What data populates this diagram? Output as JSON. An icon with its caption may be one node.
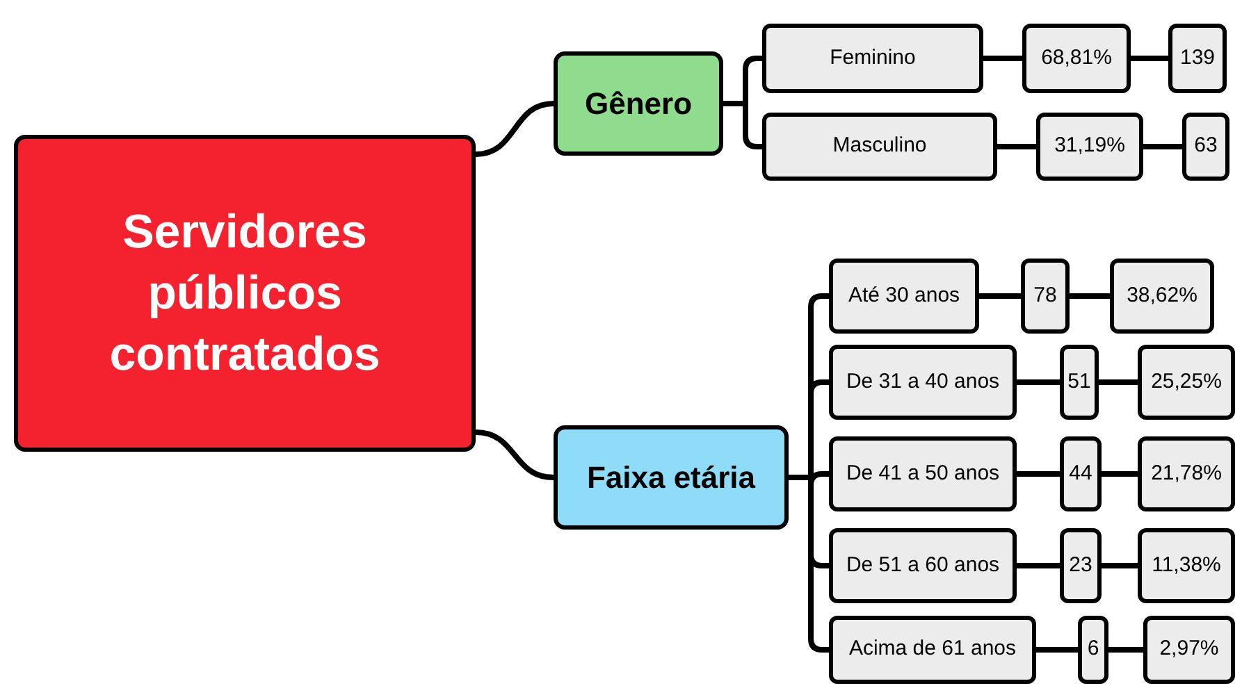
{
  "diagram": {
    "nodes": [
      {
        "text": [
          "Servidores públicos contratados"
        ]
      },
      {
        "text": [
          "Gênero"
        ]
      },
      {
        "text": [
          "Feminino"
        ]
      },
      {
        "text": [
          "68,81%"
        ]
      },
      {
        "text": [
          "139"
        ]
      },
      {
        "text": [
          "Masculino"
        ]
      },
      {
        "text": [
          "31,19%"
        ]
      },
      {
        "text": [
          "63"
        ]
      },
      {
        "text": [
          "Faixa etária"
        ]
      },
      {
        "text": [
          "Até 30 anos"
        ]
      },
      {
        "text": [
          "78"
        ]
      },
      {
        "text": [
          "38,62%"
        ]
      },
      {
        "text": [
          "De 31 a 40 anos"
        ]
      },
      {
        "text": [
          "51"
        ]
      },
      {
        "text": [
          "25,25%"
        ]
      },
      {
        "text": [
          "De 41 a 50 anos"
        ]
      },
      {
        "text": [
          "44"
        ]
      },
      {
        "text": [
          "21,78%"
        ]
      },
      {
        "text": [
          "De 51 a 60 anos"
        ]
      },
      {
        "text": [
          "23"
        ]
      },
      {
        "text": [
          "11,38%"
        ]
      },
      {
        "text": [
          "Acima de 61 anos"
        ]
      },
      {
        "text": [
          "6"
        ]
      },
      {
        "text": [
          "2,97%"
        ]
      }
    ],
    "edges": [
      {
        "from": 0,
        "to": 1,
        "arrow": "none"
      },
      {
        "from": 0,
        "to": 8,
        "arrow": "none"
      },
      {
        "from": 1,
        "to": 2,
        "arrow": "none"
      },
      {
        "from": 1,
        "to": 5,
        "arrow": "none"
      },
      {
        "from": 2,
        "to": 3,
        "arrow": "none"
      },
      {
        "from": 3,
        "to": 4,
        "arrow": "none"
      },
      {
        "from": 5,
        "to": 6,
        "arrow": "none"
      },
      {
        "from": 6,
        "to": 7,
        "arrow": "none"
      },
      {
        "from": 8,
        "to": 9,
        "arrow": "none"
      },
      {
        "from": 8,
        "to": 12,
        "arrow": "none"
      },
      {
        "from": 8,
        "to": 15,
        "arrow": "none"
      },
      {
        "from": 8,
        "to": 18,
        "arrow": "none"
      },
      {
        "from": 8,
        "to": 21,
        "arrow": "none"
      },
      {
        "from": 9,
        "to": 10,
        "arrow": "none"
      },
      {
        "from": 10,
        "to": 11,
        "arrow": "none"
      },
      {
        "from": 12,
        "to": 13,
        "arrow": "none"
      },
      {
        "from": 13,
        "to": 14,
        "arrow": "none"
      },
      {
        "from": 15,
        "to": 16,
        "arrow": "none"
      },
      {
        "from": 16,
        "to": 17,
        "arrow": "none"
      },
      {
        "from": 18,
        "to": 19,
        "arrow": "none"
      },
      {
        "from": 19,
        "to": 20,
        "arrow": "none"
      },
      {
        "from": 21,
        "to": 22,
        "arrow": "none"
      },
      {
        "from": 22,
        "to": 23,
        "arrow": "none"
      }
    ]
  }
}
